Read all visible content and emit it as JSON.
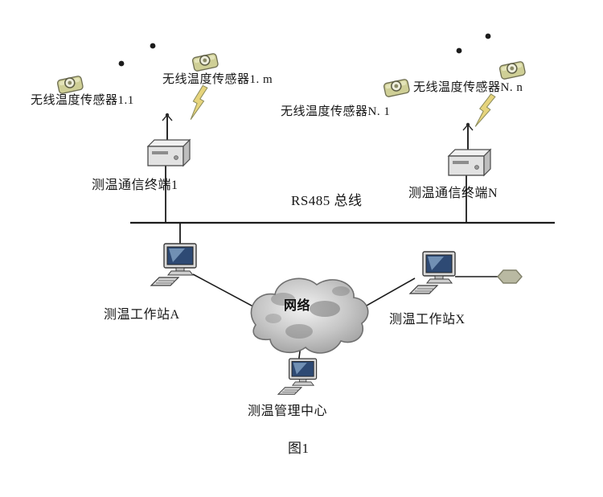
{
  "figure": {
    "caption": "图1"
  },
  "labels": {
    "sensor_1_1": "无线温度传感器1.1",
    "sensor_1_m": "无线温度传感器1. m",
    "sensor_N_1": "无线温度传感器N. 1",
    "sensor_N_n": "无线温度传感器N. n",
    "terminal_1": "测温通信终端1",
    "terminal_N": "测温通信终端N",
    "bus": "RS485 总线",
    "network": "网络",
    "workstation_A": "测温工作站A",
    "workstation_X": "测温工作站X",
    "management_center": "测温管理中心"
  },
  "colors": {
    "line": "#1c1c1c",
    "lightning_fill": "#e6d47c",
    "cloud_fill": "#c9c9c9",
    "device_fill": "#e0e0e0",
    "screen_fill": "#2e4a74"
  },
  "connections": [
    {
      "from": "wireless_sensors_1",
      "to": "terminal_1",
      "type": "wireless"
    },
    {
      "from": "wireless_sensors_N",
      "to": "terminal_N",
      "type": "wireless"
    },
    {
      "from": "terminal_1",
      "to": "rs485_bus",
      "type": "wired"
    },
    {
      "from": "terminal_N",
      "to": "rs485_bus",
      "type": "wired"
    },
    {
      "from": "rs485_bus",
      "to": "workstation_A",
      "type": "wired"
    },
    {
      "from": "workstation_A",
      "to": "network",
      "type": "wired"
    },
    {
      "from": "network",
      "to": "workstation_X",
      "type": "wired"
    },
    {
      "from": "workstation_X",
      "to": "node_hexagon",
      "type": "wired"
    },
    {
      "from": "network",
      "to": "management_center",
      "type": "wired"
    }
  ]
}
